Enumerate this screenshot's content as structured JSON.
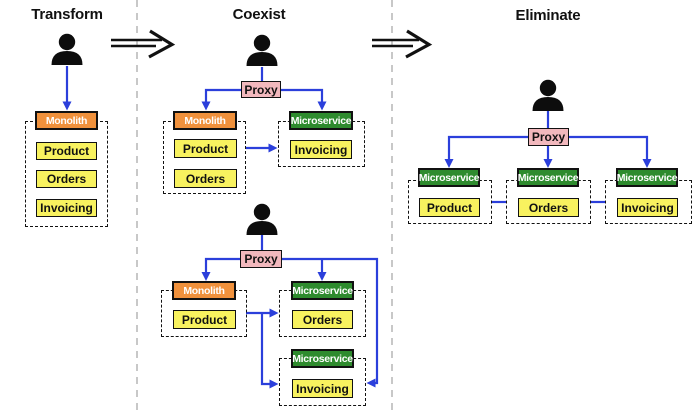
{
  "titles": {
    "transform": "Transform",
    "coexist": "Coexist",
    "eliminate": "Eliminate"
  },
  "transform": {
    "monolith_header": "Monolith",
    "services": [
      "Product",
      "Orders",
      "Invoicing"
    ]
  },
  "coexist_top": {
    "proxy_label": "Proxy",
    "monolith_header": "Monolith",
    "monolith_services": [
      "Product",
      "Orders"
    ],
    "microservice_header": "Microservice",
    "microservice_services": [
      "Invoicing"
    ]
  },
  "coexist_bottom": {
    "proxy_label": "Proxy",
    "monolith_header": "Monolith",
    "monolith_services": [
      "Product"
    ],
    "microservice_orders_header": "Microservice",
    "microservice_orders_services": [
      "Orders"
    ],
    "microservice_invoicing_header": "Microservice",
    "microservice_invoicing_services": [
      "Invoicing"
    ]
  },
  "eliminate": {
    "proxy_label": "Proxy",
    "groups": [
      {
        "header": "Microservice",
        "service": "Product"
      },
      {
        "header": "Microservice",
        "service": "Orders"
      },
      {
        "header": "Microservice",
        "service": "Invoicing"
      }
    ]
  },
  "colors": {
    "monolith_fill": "#F0913C",
    "microservice_fill": "#2E8B2E",
    "service_fill": "#F8F25F",
    "proxy_fill": "#F2B8BD",
    "connector_blue": "#2B3FDB",
    "transition_black": "#111111",
    "separator_gray": "#C8C8C8"
  }
}
